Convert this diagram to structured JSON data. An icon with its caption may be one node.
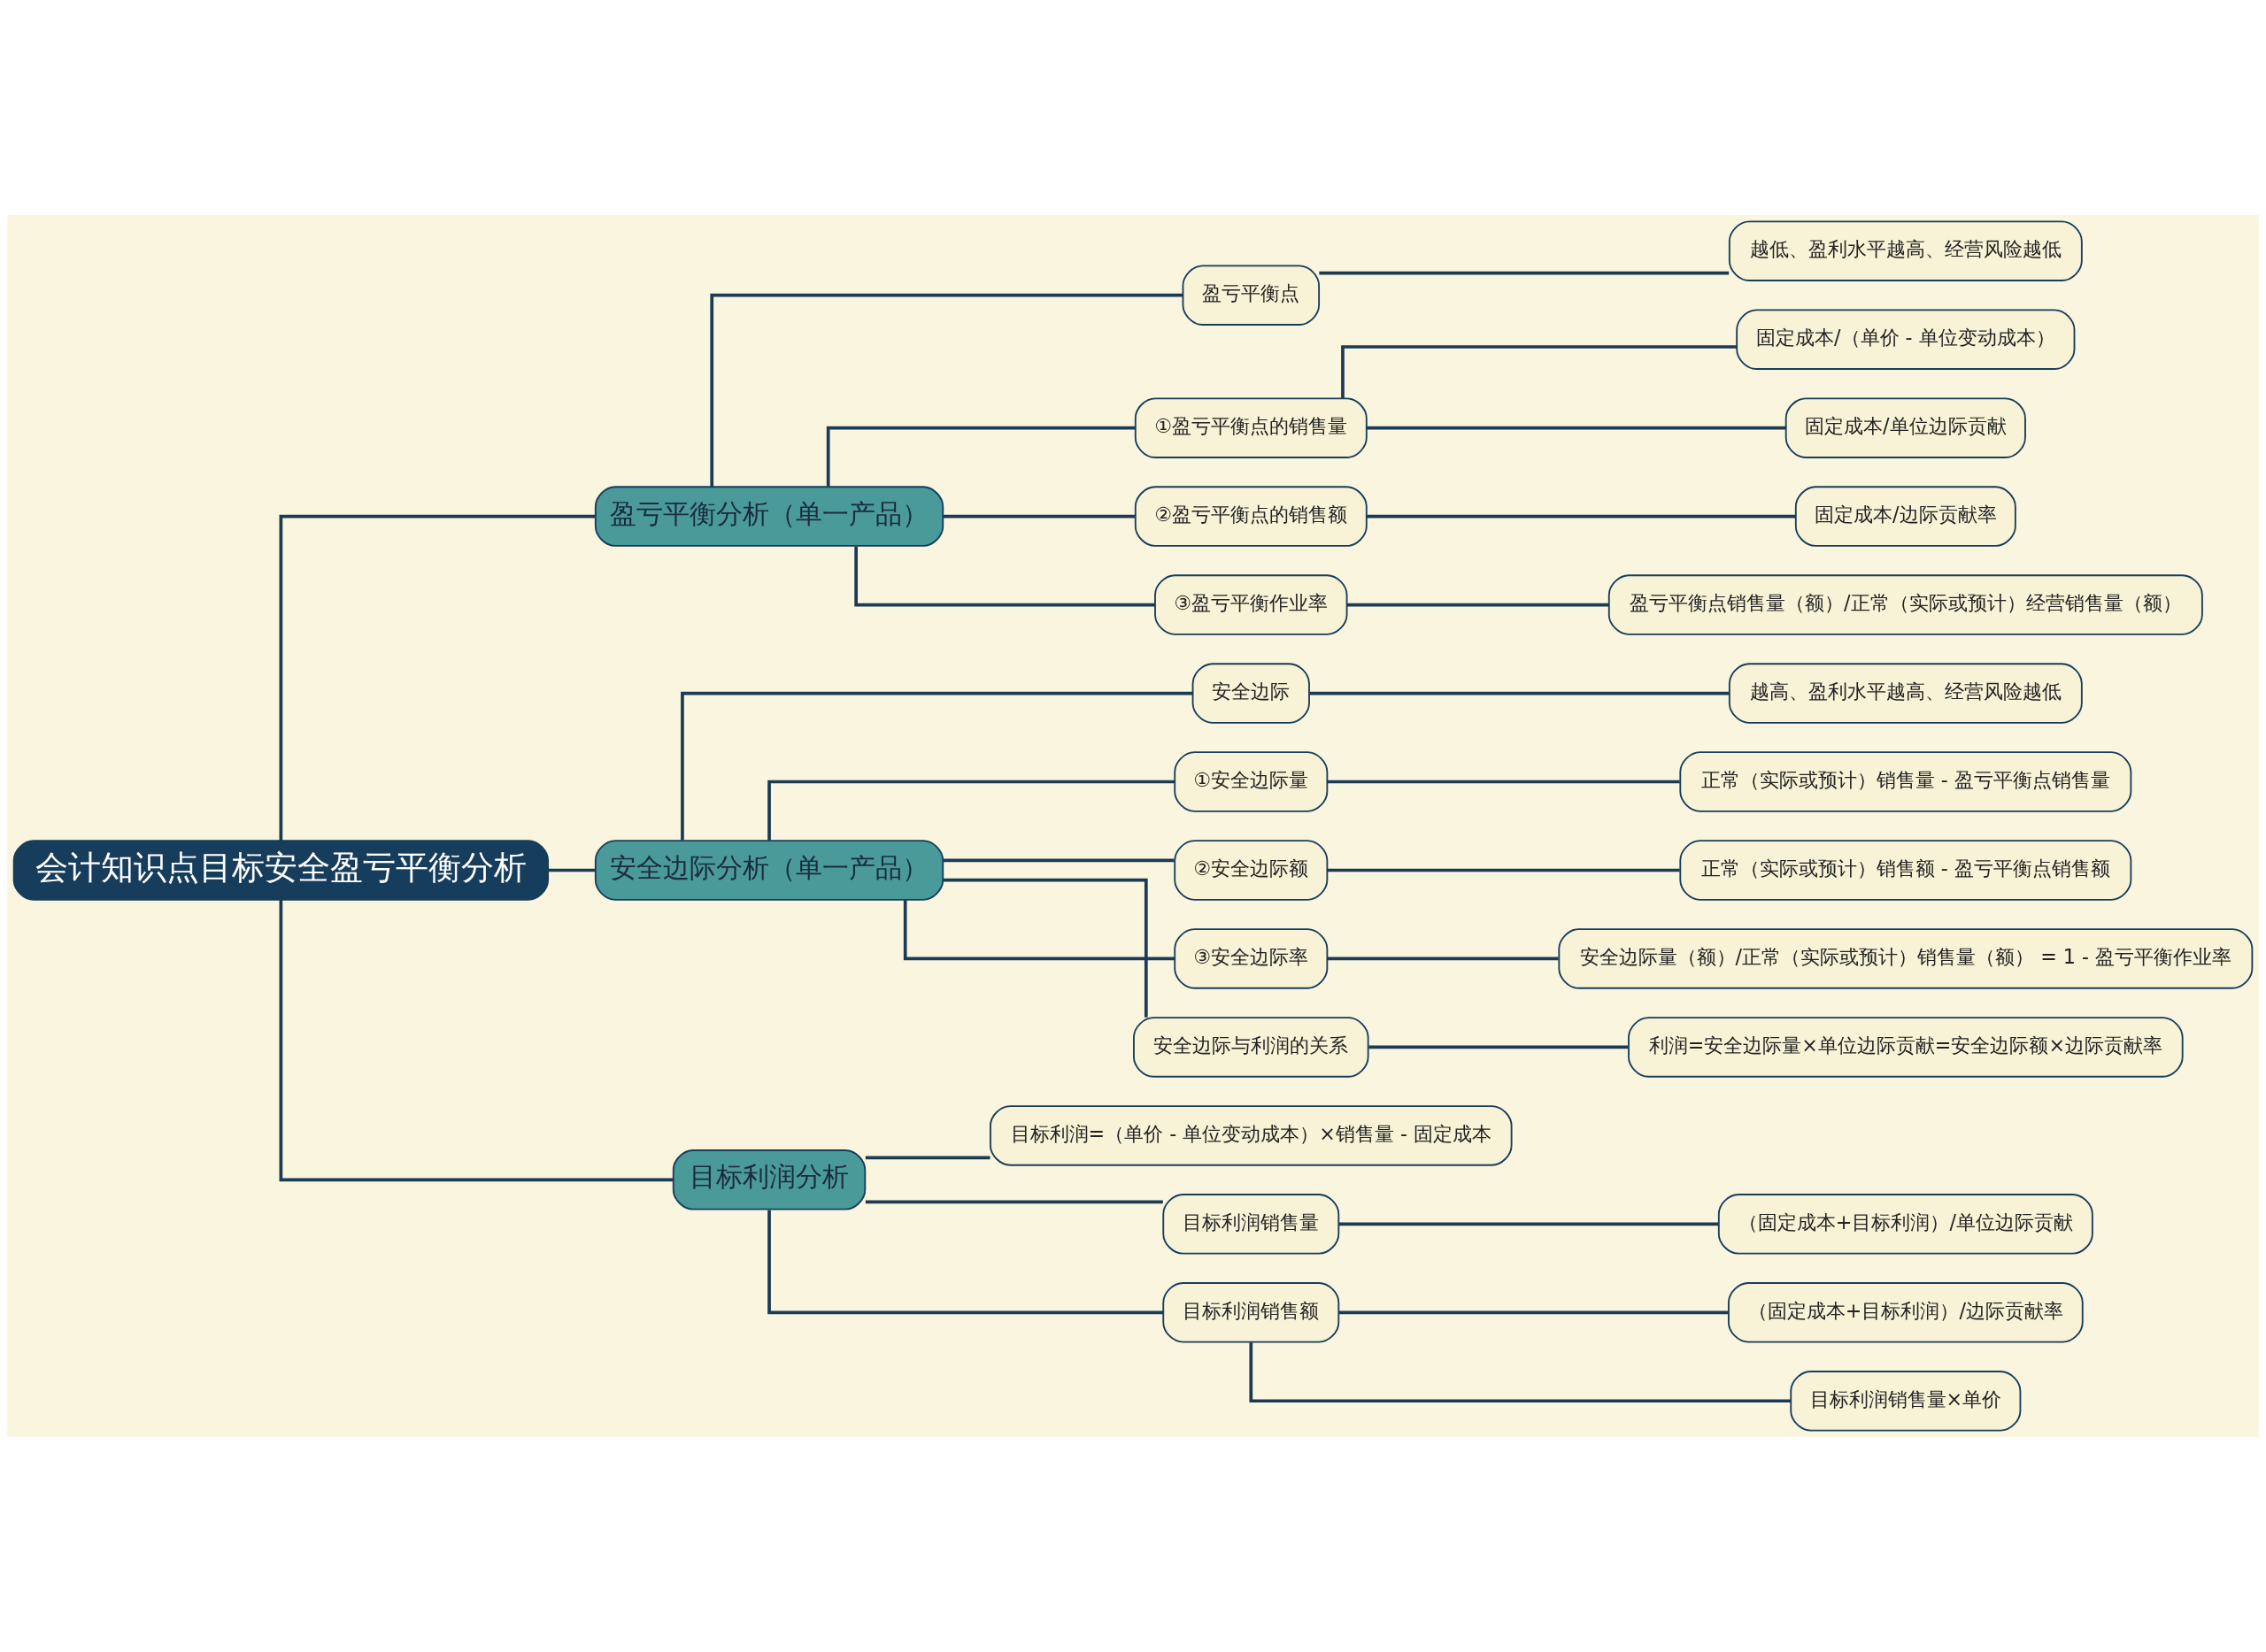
{
  "diagram": {
    "nodes": [
      {
        "text": [
          "会计知识点目标安全盈亏平衡分析"
        ]
      },
      {
        "text": [
          "盈亏平衡分析（单一产品）"
        ]
      },
      {
        "text": [
          "盈亏平衡点"
        ]
      },
      {
        "text": [
          "越低、盈利水平越高、经营风险越低"
        ]
      },
      {
        "text": [
          "①盈亏平衡点的销售量"
        ]
      },
      {
        "text": [
          "固定成本/（单价 - 单位变动成本）"
        ]
      },
      {
        "text": [
          "固定成本/单位边际贡献"
        ]
      },
      {
        "text": [
          "②盈亏平衡点的销售额"
        ]
      },
      {
        "text": [
          "固定成本/边际贡献率"
        ]
      },
      {
        "text": [
          "③盈亏平衡作业率"
        ]
      },
      {
        "text": [
          "盈亏平衡点销售量（额）/正常（实际或预计）经营销售量（额）"
        ]
      },
      {
        "text": [
          "安全边际分析（单一产品）"
        ]
      },
      {
        "text": [
          "安全边际"
        ]
      },
      {
        "text": [
          "越高、盈利水平越高、经营风险越低"
        ]
      },
      {
        "text": [
          "①安全边际量"
        ]
      },
      {
        "text": [
          "正常（实际或预计）销售量 - 盈亏平衡点销售量"
        ]
      },
      {
        "text": [
          "②安全边际额"
        ]
      },
      {
        "text": [
          "正常（实际或预计）销售额 - 盈亏平衡点销售额"
        ]
      },
      {
        "text": [
          "③安全边际率"
        ]
      },
      {
        "text": [
          "安全边际量（额）/正常（实际或预计）销售量（额） = 1 - 盈亏平衡作业率"
        ]
      },
      {
        "text": [
          "安全边际与利润的关系"
        ]
      },
      {
        "text": [
          "利润=安全边际量×单位边际贡献=安全边际额×边际贡献率"
        ]
      },
      {
        "text": [
          "目标利润分析"
        ]
      },
      {
        "text": [
          "目标利润=（单价 - 单位变动成本）×销售量 - 固定成本"
        ]
      },
      {
        "text": [
          "目标利润销售量"
        ]
      },
      {
        "text": [
          "（固定成本+目标利润）/单位边际贡献"
        ]
      },
      {
        "text": [
          "目标利润销售额"
        ]
      },
      {
        "text": [
          "（固定成本+目标利润）/边际贡献率"
        ]
      },
      {
        "text": [
          "目标利润销售量×单价"
        ]
      }
    ],
    "edges": [
      {
        "from": 0,
        "to": 1,
        "arrow": "none"
      },
      {
        "from": 1,
        "to": 2,
        "arrow": "none"
      },
      {
        "from": 2,
        "to": 3,
        "arrow": "none"
      },
      {
        "from": 1,
        "to": 4,
        "arrow": "none"
      },
      {
        "from": 4,
        "to": 5,
        "arrow": "none"
      },
      {
        "from": 4,
        "to": 6,
        "arrow": "none"
      },
      {
        "from": 1,
        "to": 7,
        "arrow": "none"
      },
      {
        "from": 7,
        "to": 8,
        "arrow": "none"
      },
      {
        "from": 1,
        "to": 9,
        "arrow": "none"
      },
      {
        "from": 9,
        "to": 10,
        "arrow": "none"
      },
      {
        "from": 0,
        "to": 11,
        "arrow": "none"
      },
      {
        "from": 11,
        "to": 12,
        "arrow": "none"
      },
      {
        "from": 12,
        "to": 13,
        "arrow": "none"
      },
      {
        "from": 11,
        "to": 14,
        "arrow": "none"
      },
      {
        "from": 14,
        "to": 15,
        "arrow": "none"
      },
      {
        "from": 11,
        "to": 16,
        "arrow": "none"
      },
      {
        "from": 16,
        "to": 17,
        "arrow": "none"
      },
      {
        "from": 11,
        "to": 18,
        "arrow": "none"
      },
      {
        "from": 18,
        "to": 19,
        "arrow": "none"
      },
      {
        "from": 11,
        "to": 20,
        "arrow": "none"
      },
      {
        "from": 20,
        "to": 21,
        "arrow": "none"
      },
      {
        "from": 0,
        "to": 22,
        "arrow": "none"
      },
      {
        "from": 22,
        "to": 23,
        "arrow": "none"
      },
      {
        "from": 22,
        "to": 24,
        "arrow": "none"
      },
      {
        "from": 24,
        "to": 25,
        "arrow": "none"
      },
      {
        "from": 22,
        "to": 26,
        "arrow": "none"
      },
      {
        "from": 26,
        "to": 27,
        "arrow": "none"
      },
      {
        "from": 26,
        "to": 28,
        "arrow": "none"
      }
    ]
  }
}
